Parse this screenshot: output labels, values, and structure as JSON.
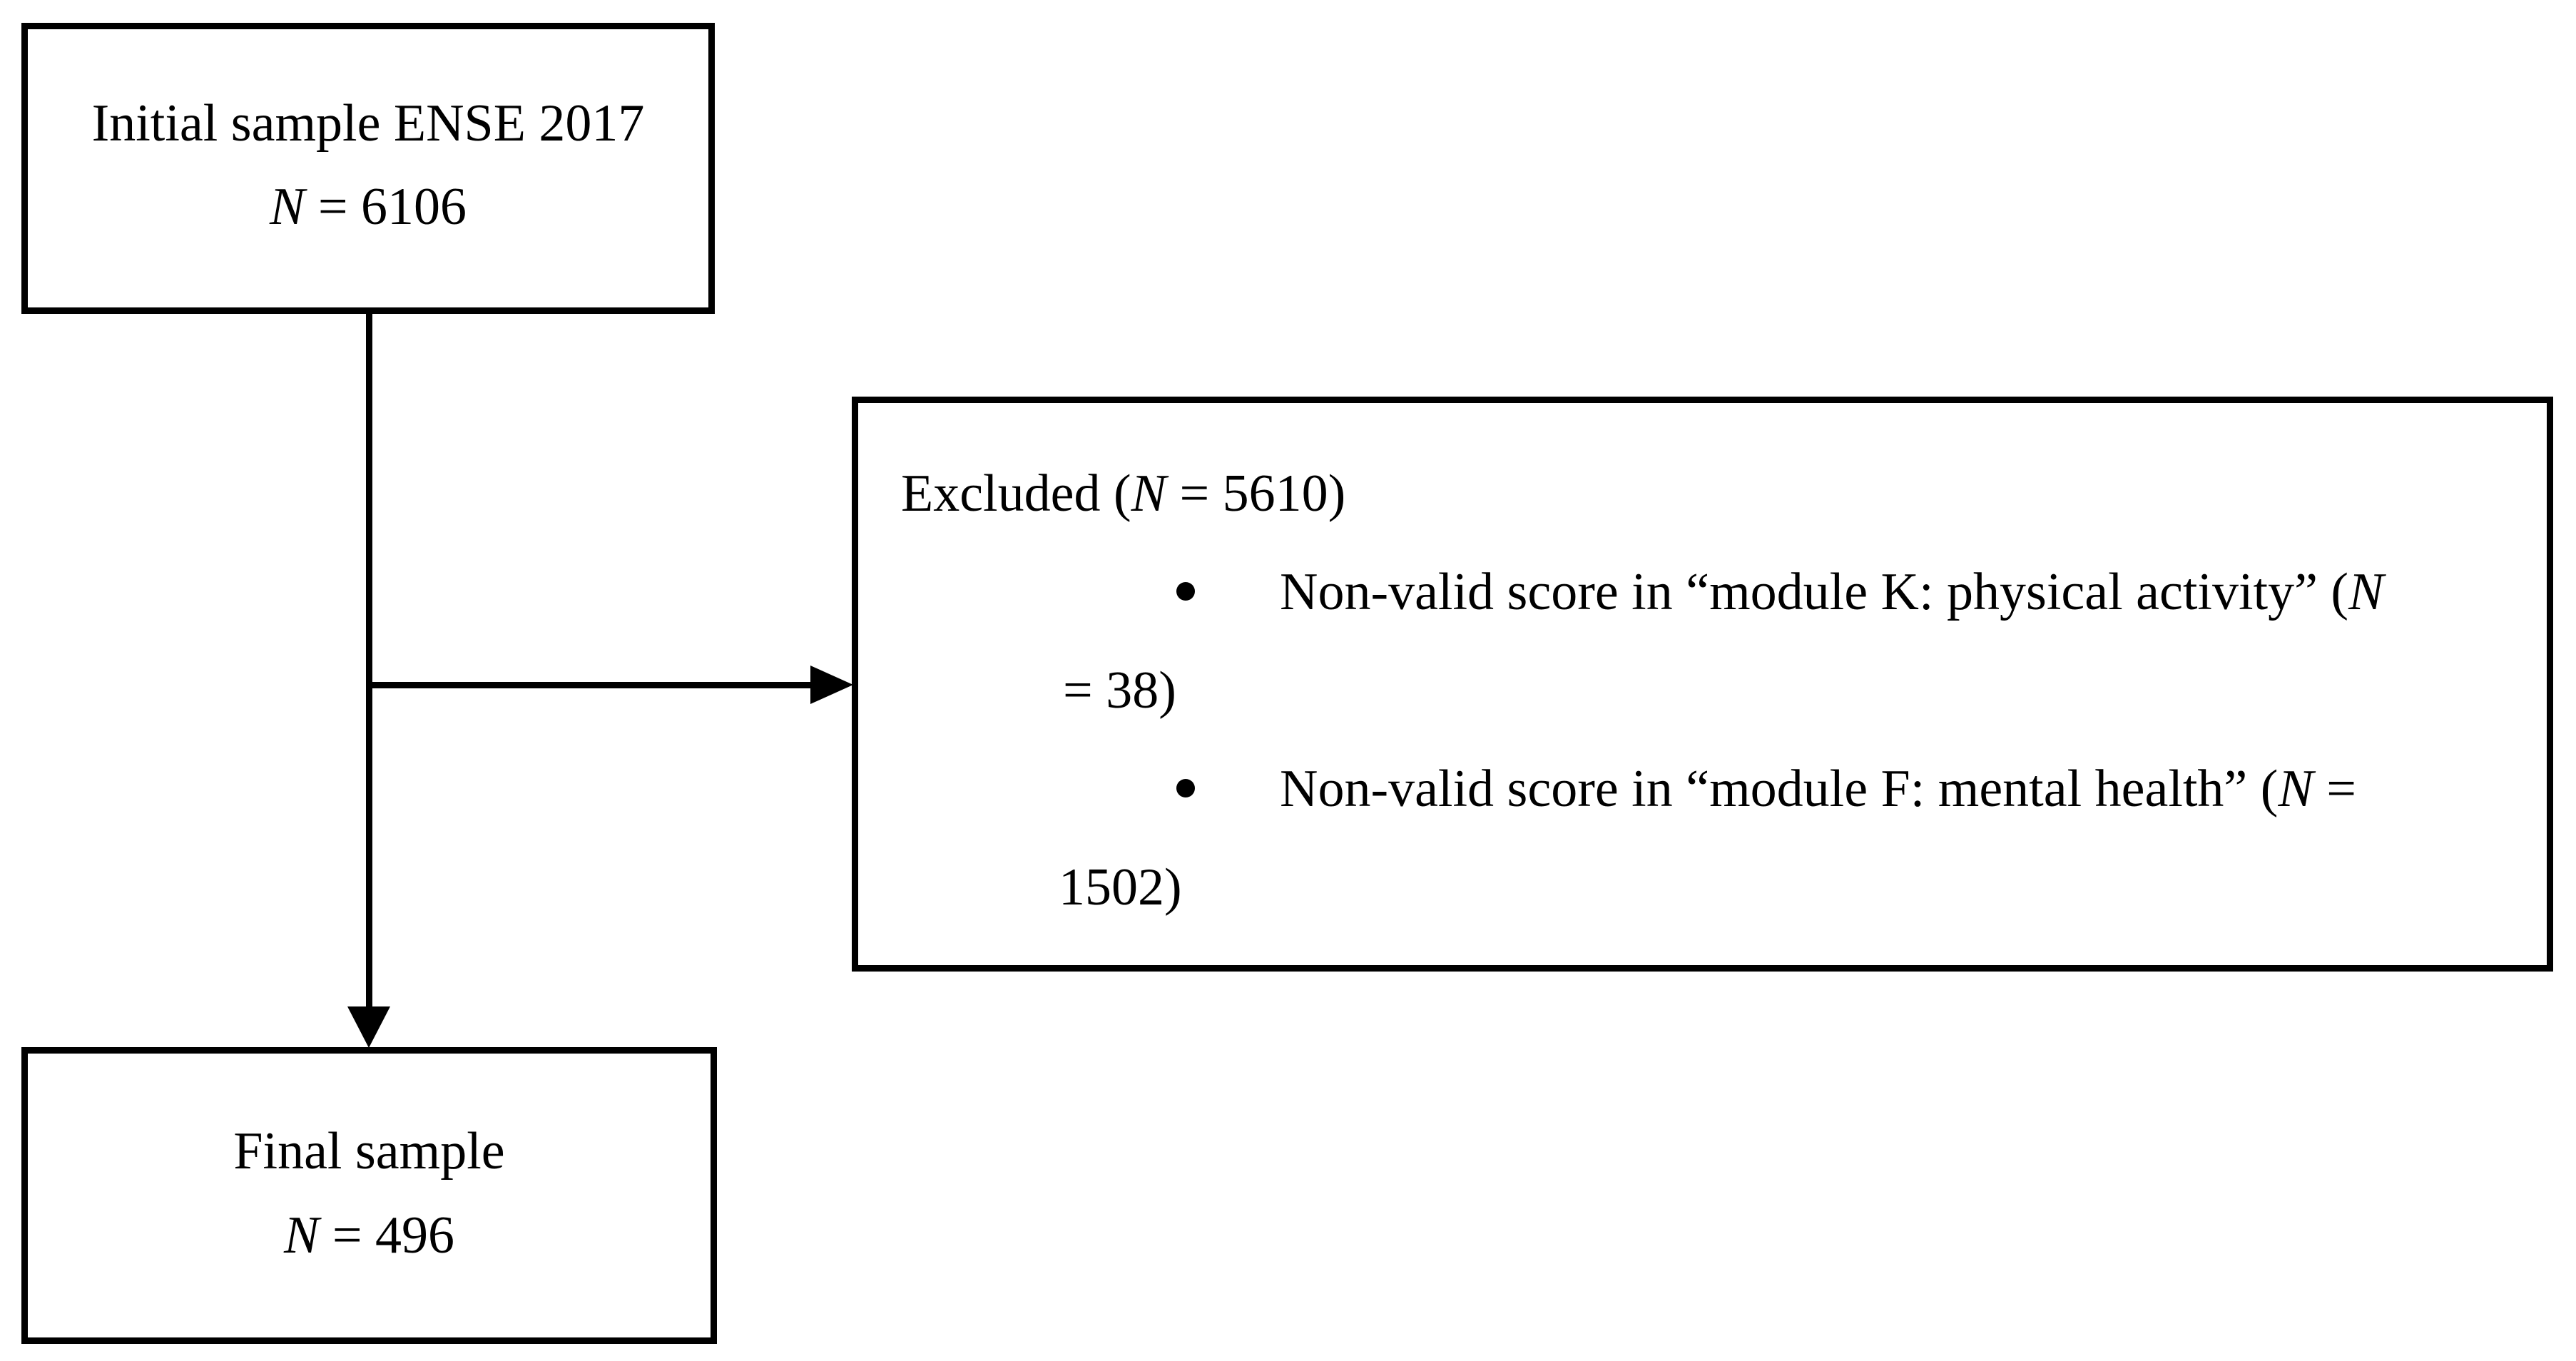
{
  "figure": {
    "type": "participant-flow-diagram"
  },
  "colors": {
    "background": "#ffffff",
    "line": "#000000",
    "text": "#000000"
  },
  "boxes": {
    "initial": {
      "title": "Initial sample ENSE 2017",
      "n_symbol": "N",
      "n_value": " = 6106"
    },
    "excluded": {
      "header_prefix": "Excluded (",
      "header_n": "N",
      "header_suffix": " = 5610)",
      "bullets": [
        {
          "line1_text": "Non-valid score in “module K: physical activity” (",
          "line1_n": "N",
          "line1_after": "",
          "line2": "= 38)"
        },
        {
          "line1_text": "Non-valid score in “module F: mental health” (",
          "line1_n": "N",
          "line1_after": " =",
          "line2": "1502)"
        }
      ]
    },
    "final": {
      "title": "Final sample",
      "n_symbol": "N",
      "n_value": " = 496"
    }
  }
}
